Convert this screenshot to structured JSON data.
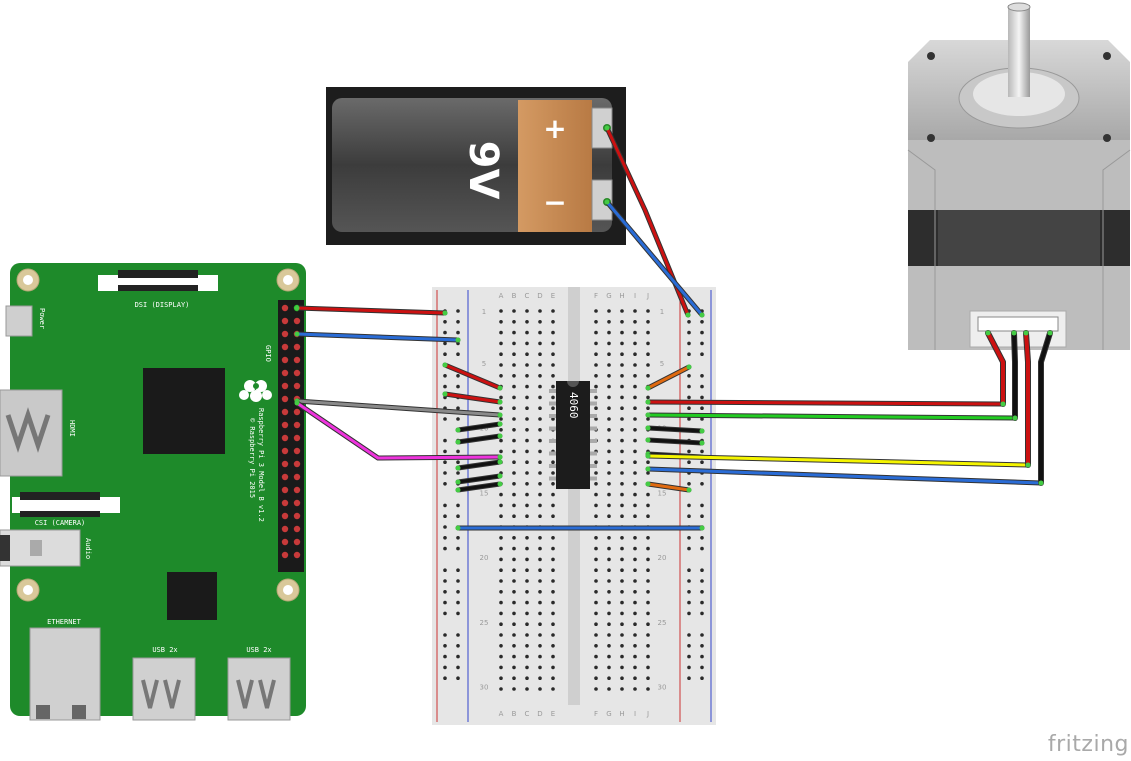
{
  "battery": {
    "voltage_label": "9V",
    "plus": "+",
    "minus": "−"
  },
  "raspberry_pi": {
    "dsi_label": "DSI (DISPLAY)",
    "csi_label": "CSI (CAMERA)",
    "power_label": "Power",
    "hdmi_label": "HDMI",
    "audio_label": "Audio",
    "gpio_label": "GPIO",
    "ethernet_label": "ETHERNET",
    "usb_label_1": "USB 2x",
    "usb_label_2": "USB 2x",
    "board_text_1": "Raspberry Pi 3 Model B v1.2",
    "board_text_2": "© Raspberry Pi 2015"
  },
  "breadboard": {
    "columns_left": [
      "A",
      "B",
      "C",
      "D",
      "E"
    ],
    "columns_right": [
      "F",
      "G",
      "H",
      "I",
      "J"
    ],
    "row_numbers": [
      "1",
      "5",
      "10",
      "15",
      "20",
      "25",
      "30"
    ]
  },
  "ic": {
    "label": "4060"
  },
  "brand": "fritzing",
  "wire_colors": {
    "red": "#cc1111",
    "blue": "#2a6cd6",
    "gray": "#8a8a8a",
    "magenta": "#ee33dd",
    "green": "#22cc22",
    "yellow": "#f5f500",
    "black": "#111111",
    "orange": "#e06a10"
  }
}
